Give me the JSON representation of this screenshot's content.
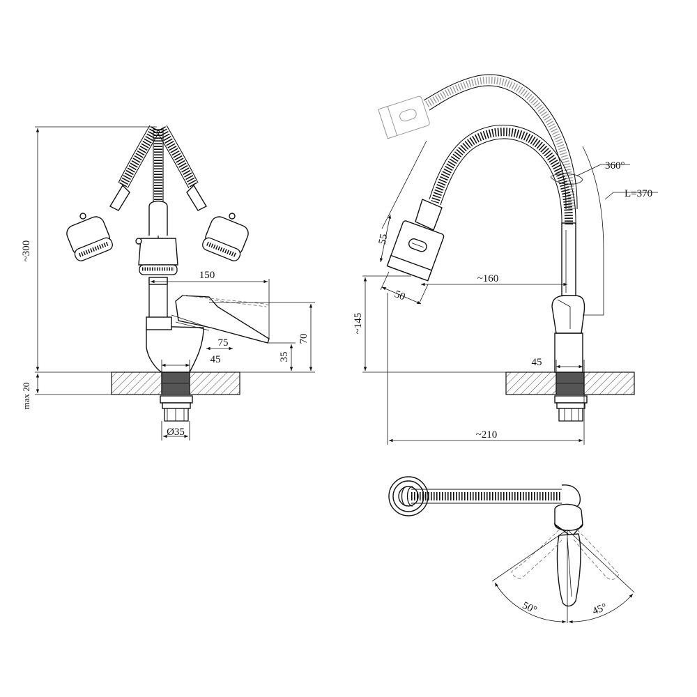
{
  "views": {
    "front": {
      "dimensions": {
        "total_height": "~300",
        "spout_reach": "150",
        "handle_reach": "75",
        "base_width": "45",
        "body_height": "70",
        "handle_height": "35",
        "max_mount": "max 20",
        "pipe_diameter": "Ø35"
      }
    },
    "side": {
      "dimensions": {
        "rotation": "360°",
        "hose_length": "L=370",
        "head_height": "55",
        "head_depth": "50",
        "spout_reach": "~160",
        "outlet_height": "~145",
        "base_width": "45",
        "total_reach": "~210"
      }
    },
    "top": {
      "dimensions": {
        "left_angle": "50°",
        "right_angle": "45°"
      }
    }
  }
}
